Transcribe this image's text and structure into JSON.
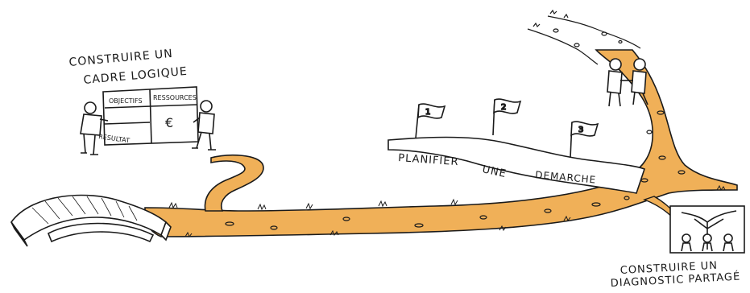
{
  "labels": {
    "cadre_line1": "CONSTRUIRE UN",
    "cadre_line2": "CADRE LOGIQUE",
    "board_objectifs": "OBJECTIFS",
    "board_ressources": "RESSOURCES",
    "board_resultat": "RESULTAT",
    "board_euro": "€",
    "demarche_word1": "PLANIFIER",
    "demarche_word2": "UNE",
    "demarche_word3": "DEMARCHE",
    "diag_line1": "CONSTRUIRE UN",
    "diag_line2": "DIAGNOSTIC PARTAGÉ"
  },
  "flags": [
    "1",
    "2",
    "3"
  ],
  "colors": {
    "path": "#F0B058",
    "ink": "#1a1a1a",
    "background": "#ffffff"
  }
}
